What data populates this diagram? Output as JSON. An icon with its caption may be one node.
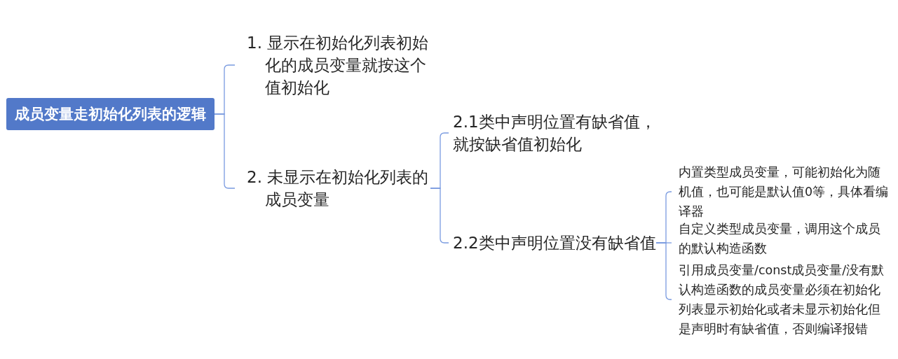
{
  "diagram": {
    "nodes": [
      {
        "text": [
          "成员变量走初始化列表的逻辑"
        ]
      },
      {
        "text": [
          "1. 显示在初始化列表初始化的成员变量就按这个值初始化"
        ]
      },
      {
        "text": [
          "2. 未显示在初始化列表的成员变量"
        ]
      },
      {
        "text": [
          "2.1类中声明位置有缺省值，就按缺省值初始化"
        ]
      },
      {
        "text": [
          "2.2类中声明位置没有缺省值"
        ]
      },
      {
        "text": [
          "内置类型成员变量，可能初始化为随机值，也可能是默认值0等，具体看编译器"
        ]
      },
      {
        "text": [
          "自定义类型成员变量，调用这个成员的默认构造函数"
        ]
      },
      {
        "text": [
          "引用成员变量/const成员变量/没有默认构造函数的成员变量必须在初始化列表显示初始化或者未显示初始化但是声明时有缺省值，否则编译报错"
        ]
      }
    ],
    "edges": [
      {
        "from": 0,
        "to": 1,
        "arrow": "none"
      },
      {
        "from": 0,
        "to": 2,
        "arrow": "none"
      },
      {
        "from": 2,
        "to": 3,
        "arrow": "none"
      },
      {
        "from": 2,
        "to": 4,
        "arrow": "none"
      },
      {
        "from": 4,
        "to": 5,
        "arrow": "none"
      },
      {
        "from": 4,
        "to": 6,
        "arrow": "none"
      },
      {
        "from": 4,
        "to": 7,
        "arrow": "none"
      }
    ]
  }
}
